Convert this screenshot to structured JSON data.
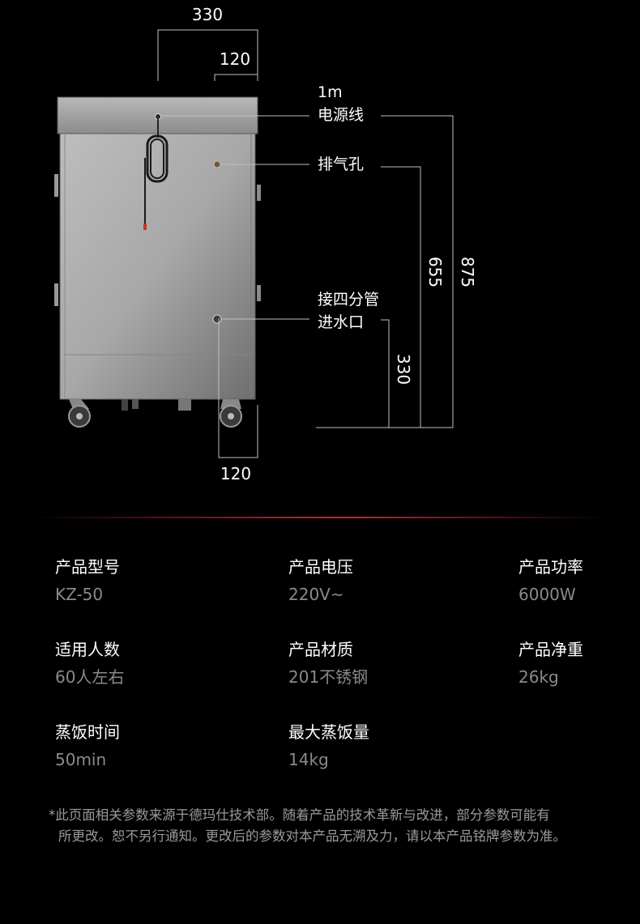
{
  "dimensions": {
    "top_width": "330",
    "top_offset": "120",
    "bottom_offset": "120",
    "height_total": "875",
    "height_vent": "655",
    "height_inlet": "330"
  },
  "callouts": {
    "power_cord_length": "1m",
    "power_cord": "电源线",
    "vent": "排气孔",
    "inlet_line1": "接四分管",
    "inlet_line2": "进水口"
  },
  "specs": [
    {
      "label": "产品型号",
      "value": "KZ-50"
    },
    {
      "label": "产品电压",
      "value": "220V~"
    },
    {
      "label": "产品功率",
      "value": "6000W"
    },
    {
      "label": "适用人数",
      "value": "60人左右"
    },
    {
      "label": "产品材质",
      "value": "201不锈钢"
    },
    {
      "label": "产品净重",
      "value": "26kg"
    },
    {
      "label": "蒸饭时间",
      "value": "50min"
    },
    {
      "label": "最大蒸饭量",
      "value": "14kg"
    }
  ],
  "note": {
    "line1": "*此页面相关参数来源于德玛仕技术部。随着产品的技术革新与改进，部分参数可能有",
    "line2": "所更改。恕不另行通知。更改后的参数对本产品无溯及力，请以本产品铭牌参数为准。"
  },
  "colors": {
    "background": "#000000",
    "accent": "#e01a22",
    "value_text": "#8a8a8a"
  }
}
